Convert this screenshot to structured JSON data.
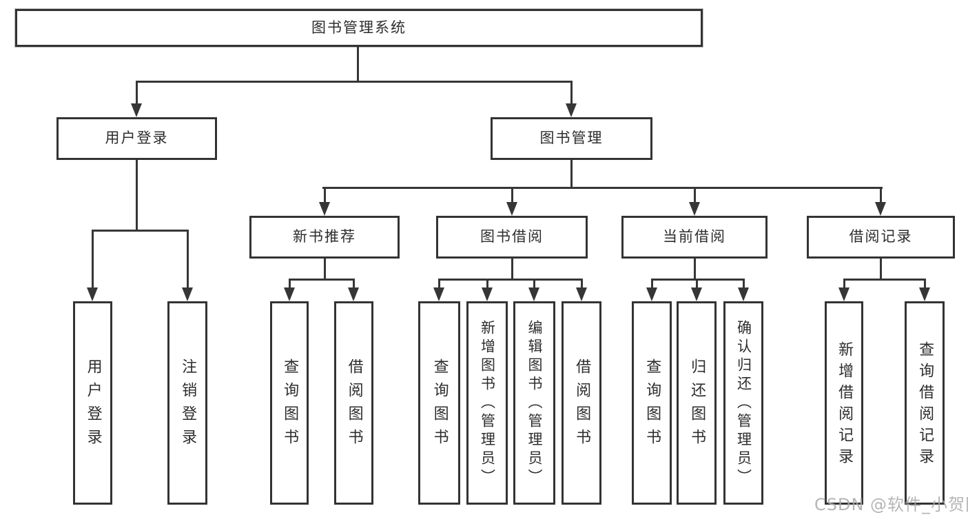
{
  "diagram": {
    "title": "图书管理系统",
    "type": "hierarchy-tree",
    "nodes": {
      "root": "图书管理系统",
      "level2": [
        "用户登录",
        "图书管理"
      ],
      "level3": [
        "新书推荐",
        "图书借阅",
        "当前借阅",
        "借阅记录"
      ],
      "user_login_children": [
        "用户登录",
        "注销登录"
      ],
      "new_book_children": [
        "查询图书",
        "借阅图书"
      ],
      "book_borrow_children": [
        "查询图书",
        "新增图书（管理员）",
        "编辑图书（管理员）",
        "借阅图书"
      ],
      "current_borrow_children": [
        "查询图书",
        "归还图书",
        "确认归还（管理员）"
      ],
      "borrow_record_children": [
        "新增借阅记录",
        "查询借阅记录"
      ]
    },
    "colors": {
      "line": "#363636",
      "border": "#333333",
      "text": "#2d2d2d",
      "background": "#ffffff",
      "watermark": "#a9a9a9"
    }
  },
  "watermark": "CSDN @软件_小贺同学"
}
